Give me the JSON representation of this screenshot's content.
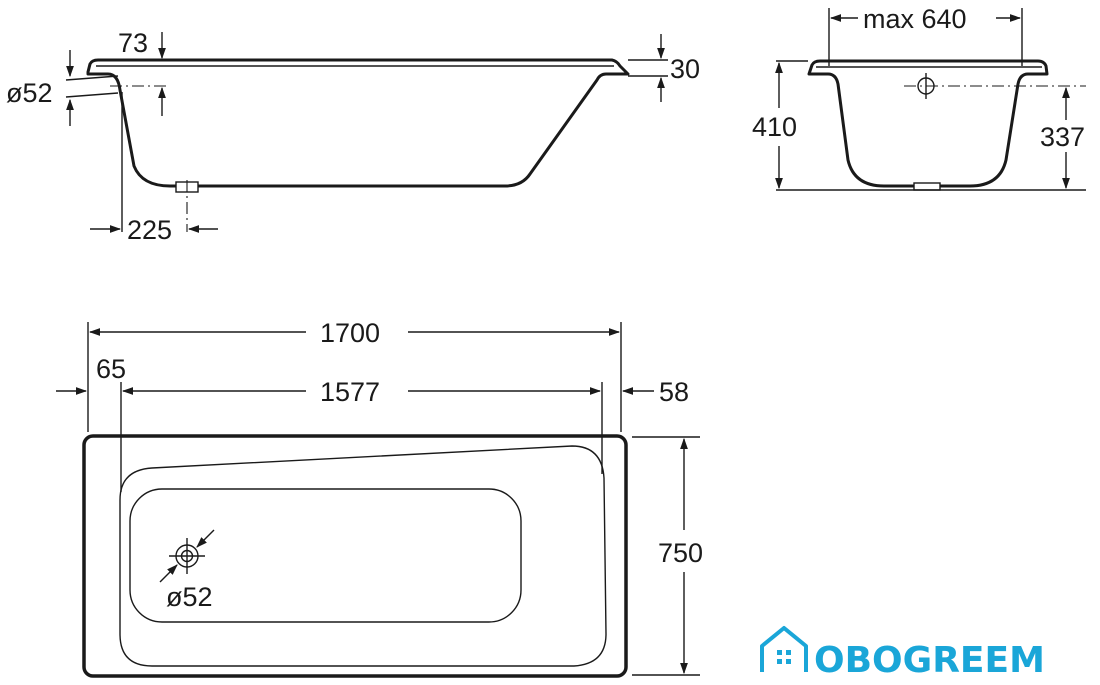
{
  "side_view": {
    "dim_rim_height": "73",
    "dim_overflow_diameter": "ø52",
    "dim_rim_thickness": "30",
    "dim_drain_offset": "225"
  },
  "end_view": {
    "dim_max_width": "max 640",
    "dim_total_height": "410",
    "dim_overflow_height": "337"
  },
  "top_view": {
    "dim_length": "1700",
    "dim_inner_length": "1577",
    "dim_left_margin": "65",
    "dim_right_margin": "58",
    "dim_width": "750",
    "dim_drain_diameter": "ø52"
  },
  "brand": {
    "name": "OBOGREEM",
    "color": "#1aa6d8",
    "icon": "house-icon"
  },
  "colors": {
    "line": "#1a1a1a",
    "background": "#ffffff"
  }
}
